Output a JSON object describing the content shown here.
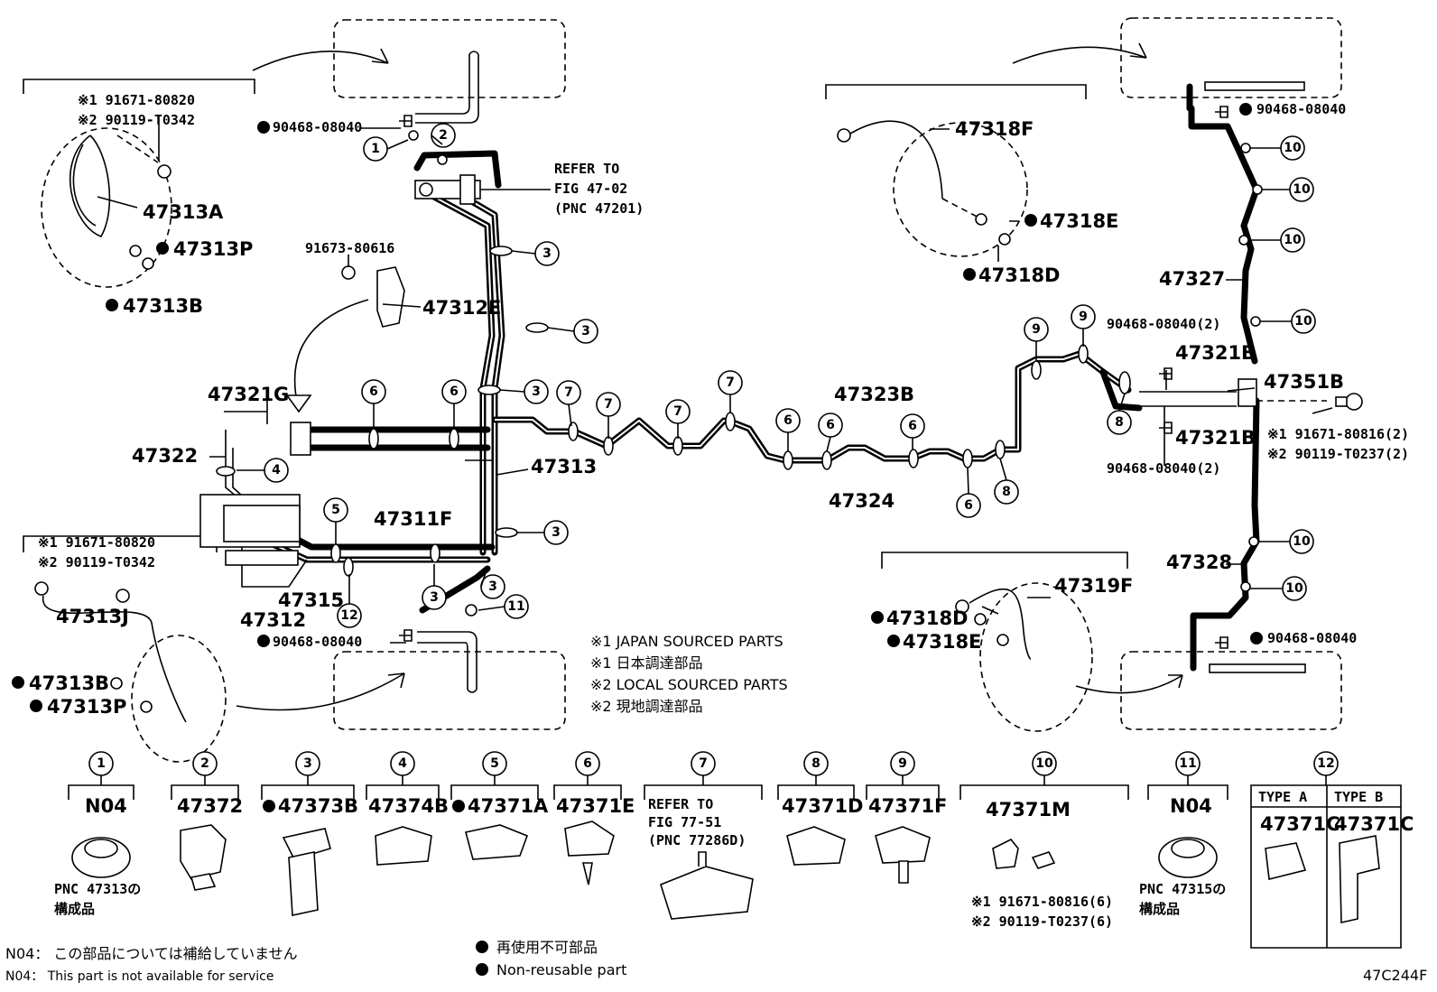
{
  "diagram": {
    "code": "47C244F",
    "refer_fig_47": [
      "REFER TO",
      "FIG 47-02",
      "(PNC 47201)"
    ],
    "refer_fig_77": [
      "REFER TO",
      "FIG 77-51",
      "(PNC 77286D)"
    ],
    "labels": {
      "p47313A": "47313A",
      "p47313P_top": "47313P",
      "p47313B_top": "47313B",
      "p47312E": "47312E",
      "p91673": "91673-80616",
      "p90468_top": "90468-08040",
      "p90468_bottom": "90468-08040",
      "p47321G": "47321G",
      "p47322": "47322",
      "p47313": "47313",
      "p47311F": "47311F",
      "p47312": "47312",
      "p47315": "47315",
      "p47313J": "47313J",
      "p47313B_bot": "47313B",
      "p47313P_bot": "47313P",
      "p47318F": "47318F",
      "p47318E_top": "47318E",
      "p47318D_top": "47318D",
      "p47323B": "47323B",
      "p47324": "47324",
      "p90468_2a": "90468-08040(2)",
      "p90468_2b": "90468-08040(2)",
      "p47321B_a": "47321B",
      "p47321B_b": "47321B",
      "p47351B": "47351B",
      "p90468_rtop": "90468-08040",
      "p90468_rbot": "90468-08040",
      "p47327": "47327",
      "p47328": "47328",
      "p47319F": "47319F",
      "p47318D_bot": "47318D",
      "p47318E_bot": "47318E"
    },
    "pair_top_left": [
      "※1 91671-80820",
      "※2 90119-T0342"
    ],
    "pair_mid_left": [
      "※1 91671-80820",
      "※2 90119-T0342"
    ],
    "pair_right": [
      "※1 91671-80816(2)",
      "※2 90119-T0237(2)"
    ],
    "pair_10": [
      "※1 91671-80816(6)",
      "※2 90119-T0237(6)"
    ],
    "source_notes": [
      "※1 JAPAN SOURCED PARTS",
      "※1 日本調達部品",
      "※2 LOCAL SOURCED PARTS",
      "※2 現地調達部品"
    ],
    "legend_nonreuse": [
      "再使用不可部品",
      "Non-reusable part"
    ],
    "footnotes": [
      "N04： この部品については補給していません",
      "N04： This part is not available for service"
    ],
    "bottom_parts": {
      "b1": "N04",
      "b2": "47372",
      "b3": "47373B",
      "b4": "47374B",
      "b5": "47371A",
      "b6": "47371E",
      "b8": "47371D",
      "b9": "47371F",
      "b10": "47371M",
      "b11": "N04",
      "b12a_head": "TYPE A",
      "b12b_head": "TYPE B",
      "b12a": "47371C",
      "b12b": "47371C"
    },
    "pnc_47313": [
      "PNC 47313の",
      "構成品"
    ],
    "pnc_47315": [
      "PNC 47315の",
      "構成品"
    ]
  }
}
